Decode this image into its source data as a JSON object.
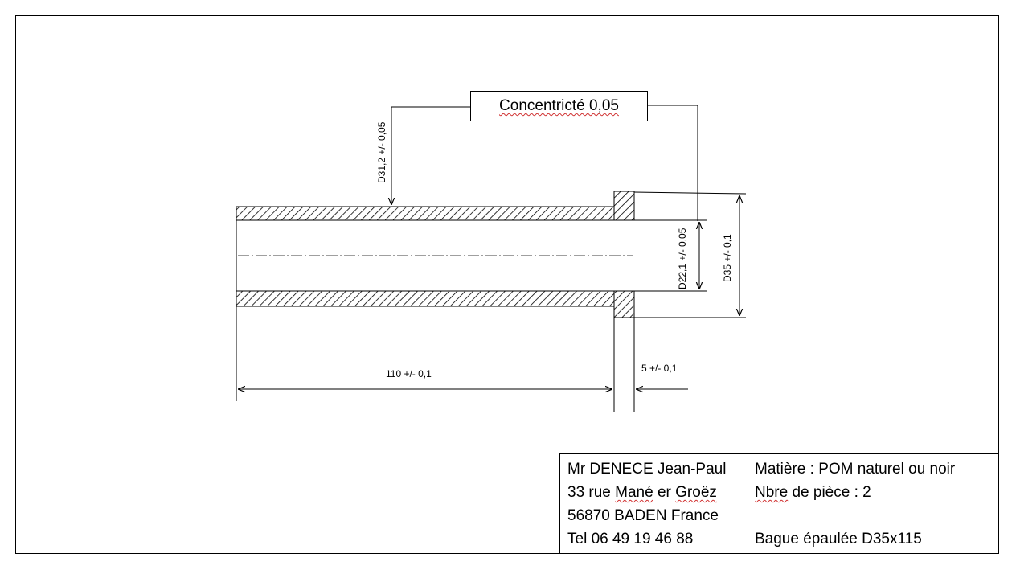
{
  "drawing": {
    "callout": "Concentricté 0,05",
    "dim_bore_diameter": "D31,2 +/- 0,05",
    "dim_inner_diameter": "D22,1 +/- 0,05",
    "dim_outer_diameter": "D35 +/- 0,1",
    "dim_length": "110 +/- 0,1",
    "dim_shoulder": "5 +/- 0,1"
  },
  "title_block": {
    "left": {
      "line1": "Mr DENECE Jean-Paul",
      "line2_prefix": "33 rue ",
      "line2_word1": "Mané",
      "line2_mid": " er ",
      "line2_word2": "Groëz",
      "line3": "56870 BADEN France",
      "line4": "Tel 06 49 19 46 88"
    },
    "right": {
      "line1": "Matière : POM naturel ou noir",
      "line2_word": "Nbre",
      "line2_rest": " de pièce : 2",
      "line3": "",
      "line4": "Bague épaulée D35x115"
    }
  }
}
